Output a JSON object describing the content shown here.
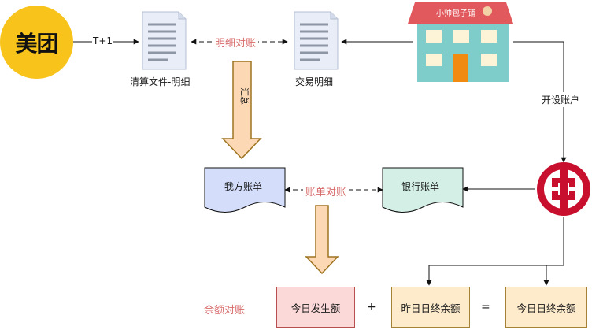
{
  "meituan": {
    "logo_text": "美团"
  },
  "flow": {
    "t_plus_1": "T+1"
  },
  "docs": {
    "clearing_file": "清算文件-明细",
    "transaction_detail": "交易明细"
  },
  "reconcile": {
    "detail": "明细对账",
    "statement": "账单对账",
    "balance": "余额对账"
  },
  "shop": {
    "sign": "小帅包子铺"
  },
  "bank": {
    "open_account": "开设账户",
    "logo": "ICBC"
  },
  "summary_arrow": {
    "label": "汇总"
  },
  "statements": {
    "our_statement": "我方账单",
    "bank_statement": "银行账单"
  },
  "formula": {
    "today_amount": "今日发生额",
    "plus": "+",
    "yesterday_balance": "昨日日终余额",
    "equals": "=",
    "today_balance": "今日日终余额"
  },
  "colors": {
    "accent_red": "#d86a6a",
    "logo_yellow": "#f8c31a",
    "icbc_red": "#c8102e",
    "our_statement_fill": "#d4defb",
    "bank_statement_fill": "#d4f0e6",
    "pink_box": "#fcd9d9",
    "cream_box": "#fdebcc"
  }
}
